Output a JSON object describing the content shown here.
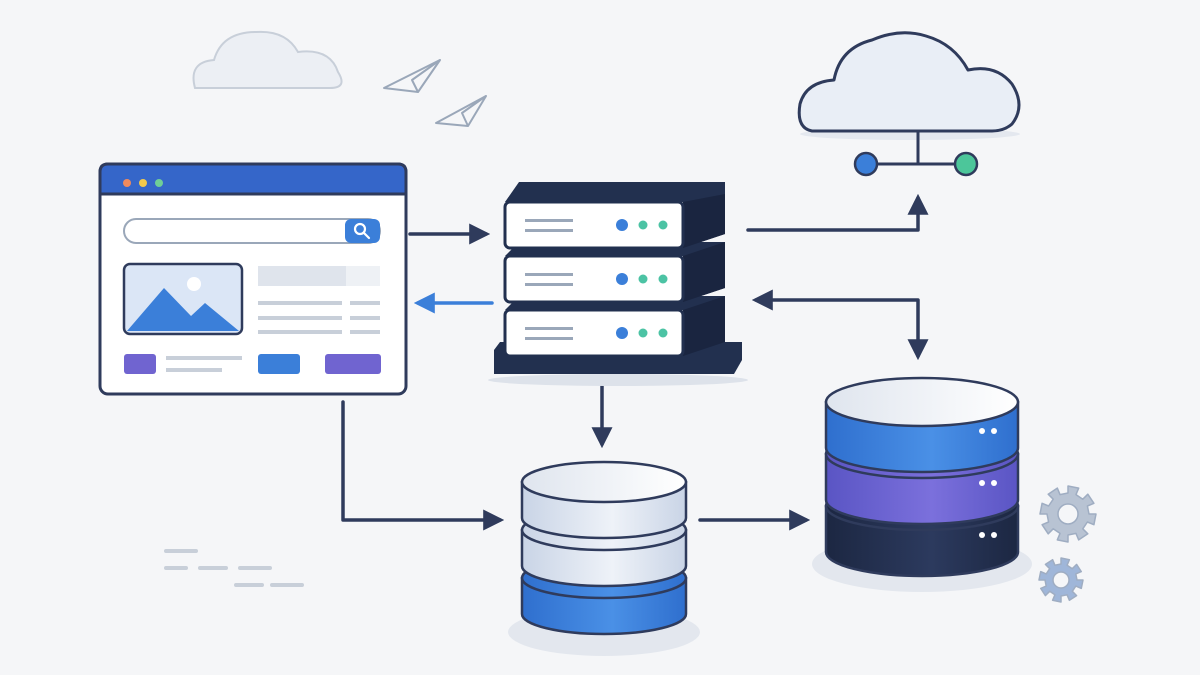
{
  "diagram": {
    "nodes": [
      {
        "id": "browser",
        "kind": "web-browser-window",
        "icon": "browser-window-icon"
      },
      {
        "id": "server",
        "kind": "server-rack",
        "icon": "server-rack-icon",
        "units": 3
      },
      {
        "id": "cloud",
        "kind": "cloud-network",
        "icon": "cloud-network-icon"
      },
      {
        "id": "cache-db",
        "kind": "database",
        "icon": "database-icon",
        "layers": 3
      },
      {
        "id": "main-db",
        "kind": "database",
        "icon": "database-icon",
        "layers": 3
      }
    ],
    "edges": [
      {
        "from": "browser",
        "to": "server",
        "style": "dark"
      },
      {
        "from": "server",
        "to": "browser",
        "style": "blue"
      },
      {
        "from": "server",
        "to": "cloud",
        "style": "dark"
      },
      {
        "from": "server",
        "to": "main-db",
        "style": "dark",
        "bidirectional": true
      },
      {
        "from": "server",
        "to": "cache-db",
        "style": "dark"
      },
      {
        "from": "browser",
        "to": "cache-db",
        "style": "dark"
      },
      {
        "from": "cache-db",
        "to": "main-db",
        "style": "dark"
      }
    ],
    "decorations": [
      "cloud-icon",
      "paper-plane-icon",
      "paper-plane-icon",
      "gear-icon",
      "gear-icon",
      "dash-lines"
    ]
  },
  "colors": {
    "background": "#f5f6f8",
    "line_dark": "#2f3b5c",
    "accent_blue": "#3b7fd9",
    "accent_purple": "#7064d0",
    "navy": "#22304f",
    "window_titlebar": "#3566c9",
    "led_blue": "#3b7fd9",
    "led_teal": "#4cc3a4",
    "node_green": "#4cc69a",
    "gear": "#b8c3d3"
  }
}
